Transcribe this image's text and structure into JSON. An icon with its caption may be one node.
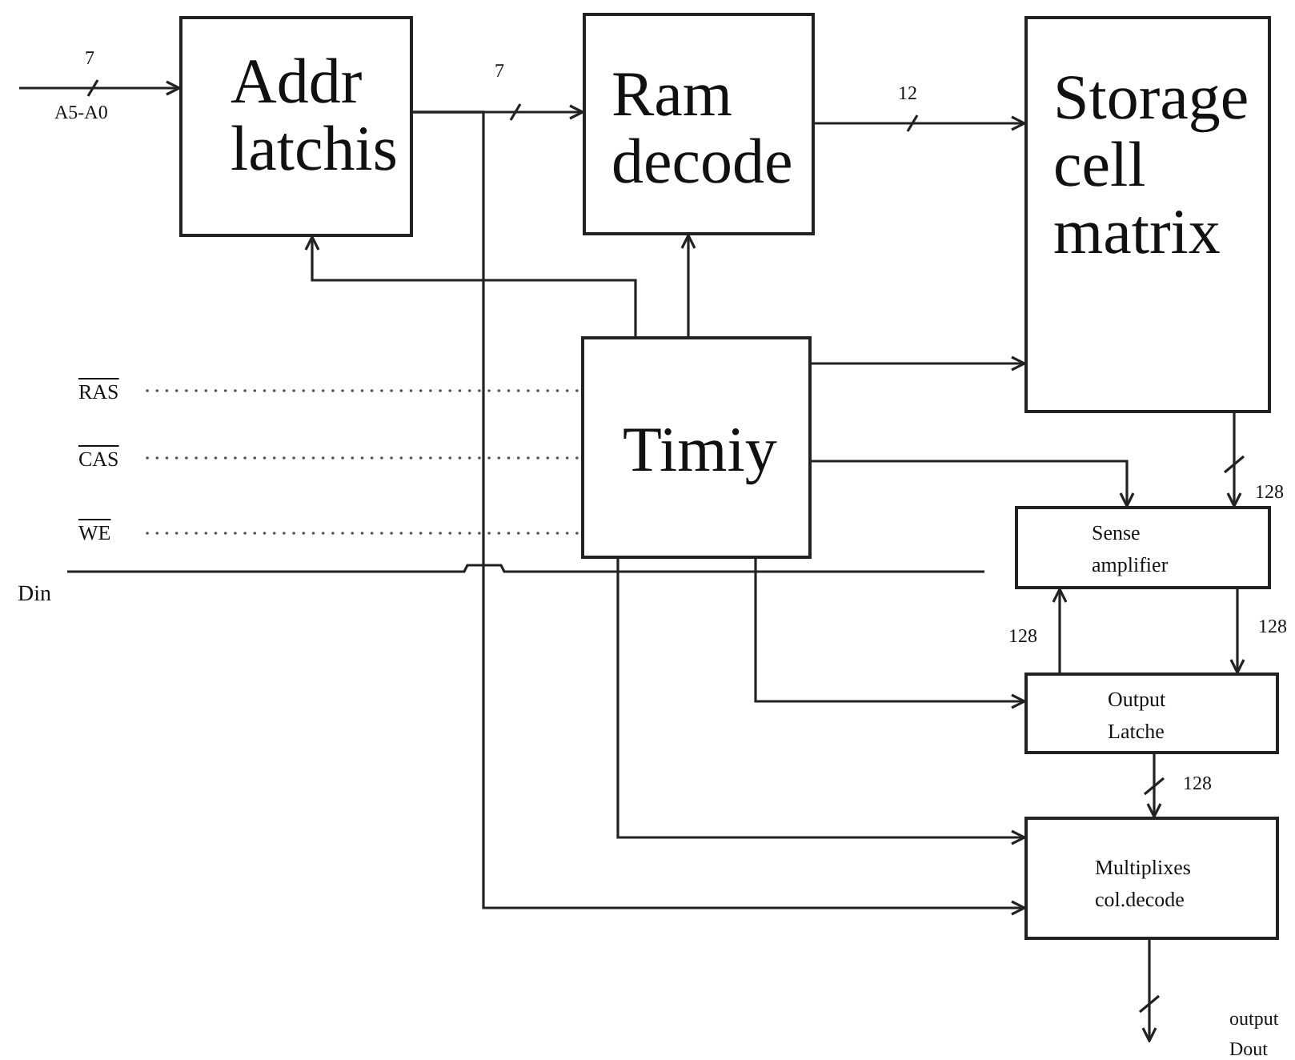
{
  "diagram": {
    "nodes": [
      {
        "text": [
          "Addr latchis"
        ]
      },
      {
        "text": [
          "Ram decode"
        ]
      },
      {
        "text": [
          "Storage cell matrix"
        ]
      },
      {
        "text": [
          "RAS"
        ]
      },
      {
        "text": [
          "CAS"
        ]
      },
      {
        "text": [
          "WE"
        ]
      },
      {
        "text": [
          "Timiy"
        ]
      },
      {
        "text": [
          "Din"
        ]
      },
      {
        "text": [
          "Sense amplifier"
        ]
      },
      {
        "text": [
          "Output Latche"
        ]
      },
      {
        "text": [
          "Multiplixes col.decode"
        ]
      }
    ],
    "edges": [
      {
        "from": null,
        "to": 0,
        "arrow": "to",
        "label": "7"
      },
      {
        "from": 0,
        "to": 1,
        "arrow": "to",
        "label": "7"
      },
      {
        "from": 1,
        "to": 2,
        "arrow": "to",
        "label": "12"
      },
      {
        "from": 6,
        "to": 1,
        "arrow": "to"
      },
      {
        "from": 6,
        "to": 0,
        "arrow": "to"
      },
      {
        "from": 6,
        "to": 2,
        "arrow": "to"
      },
      {
        "from": 6,
        "to": 8,
        "arrow": "to"
      },
      {
        "from": 2,
        "to": 8,
        "arrow": "to",
        "label": "128"
      },
      {
        "from": 9,
        "to": 8,
        "arrow": "to",
        "label": "128"
      },
      {
        "from": 8,
        "to": 9,
        "arrow": "to",
        "label": "128"
      },
      {
        "from": 9,
        "to": 10,
        "arrow": "to",
        "label": "128"
      },
      {
        "from": 6,
        "to": 9,
        "arrow": "to"
      },
      {
        "from": 6,
        "to": 10,
        "arrow": "to"
      },
      {
        "from": 0,
        "to": 10,
        "arrow": "to"
      },
      {
        "from": 10,
        "to": null,
        "arrow": "to",
        "label": "output Dout"
      },
      {
        "from": 3,
        "to": 6,
        "arrow": "none",
        "style": "dashed"
      },
      {
        "from": 4,
        "to": 6,
        "arrow": "none",
        "style": "dashed"
      },
      {
        "from": 5,
        "to": 6,
        "arrow": "none",
        "style": "dashed"
      },
      {
        "from": 7,
        "to": null,
        "arrow": "none"
      }
    ],
    "labels": [
      "A5-A0"
    ]
  }
}
